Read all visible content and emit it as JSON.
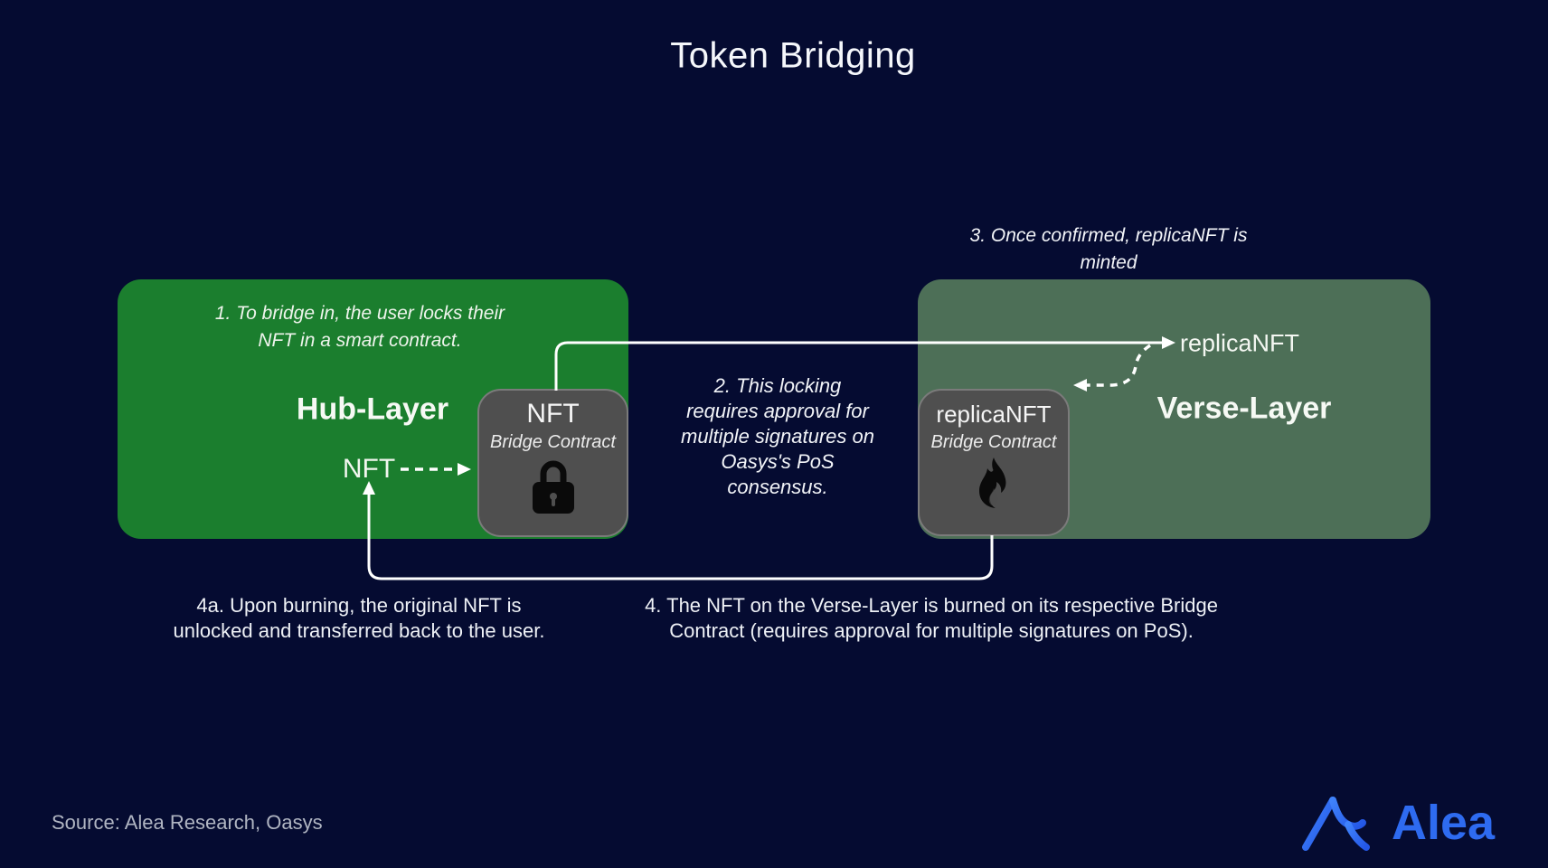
{
  "title": "Token Bridging",
  "colors": {
    "background": "#050b31",
    "hub_green": "#1b7e2e",
    "verse_green": "#4d6f57",
    "contract_gray": "#4f4f4f",
    "contract_border": "#7b7b7b",
    "arrow_white": "#ffffff",
    "source_text": "#b0b5c2",
    "logo_blue": "#2e6bf0"
  },
  "hub": {
    "label": "Hub-Layer",
    "token": "NFT",
    "bridge_contract": {
      "title": "NFT",
      "subtitle": "Bridge Contract",
      "icon": "lock-icon"
    }
  },
  "verse": {
    "label": "Verse-Layer",
    "minted_token": "replicaNFT",
    "bridge_contract": {
      "title": "replicaNFT",
      "subtitle": "Bridge Contract",
      "icon": "fire-icon"
    }
  },
  "notes": {
    "step1": {
      "lines": [
        "1. To bridge in, the user locks their",
        "NFT in a smart contract."
      ]
    },
    "step2": {
      "lines": [
        "2. This locking",
        "requires approval for",
        "multiple signatures on",
        "Oasys's PoS",
        "consensus."
      ]
    },
    "step3": {
      "lines": [
        "3. Once confirmed, replicaNFT is",
        "minted"
      ]
    },
    "step4a": {
      "lines": [
        "4a. Upon burning, the original NFT is",
        "unlocked and transferred back to the user."
      ]
    },
    "step4": {
      "lines": [
        "4. The NFT on the Verse-Layer is burned on its respective Bridge",
        "Contract (requires approval for multiple signatures on PoS)."
      ]
    }
  },
  "footer": {
    "source": "Source: Alea Research, Oasys",
    "logo_text": "Alea"
  }
}
